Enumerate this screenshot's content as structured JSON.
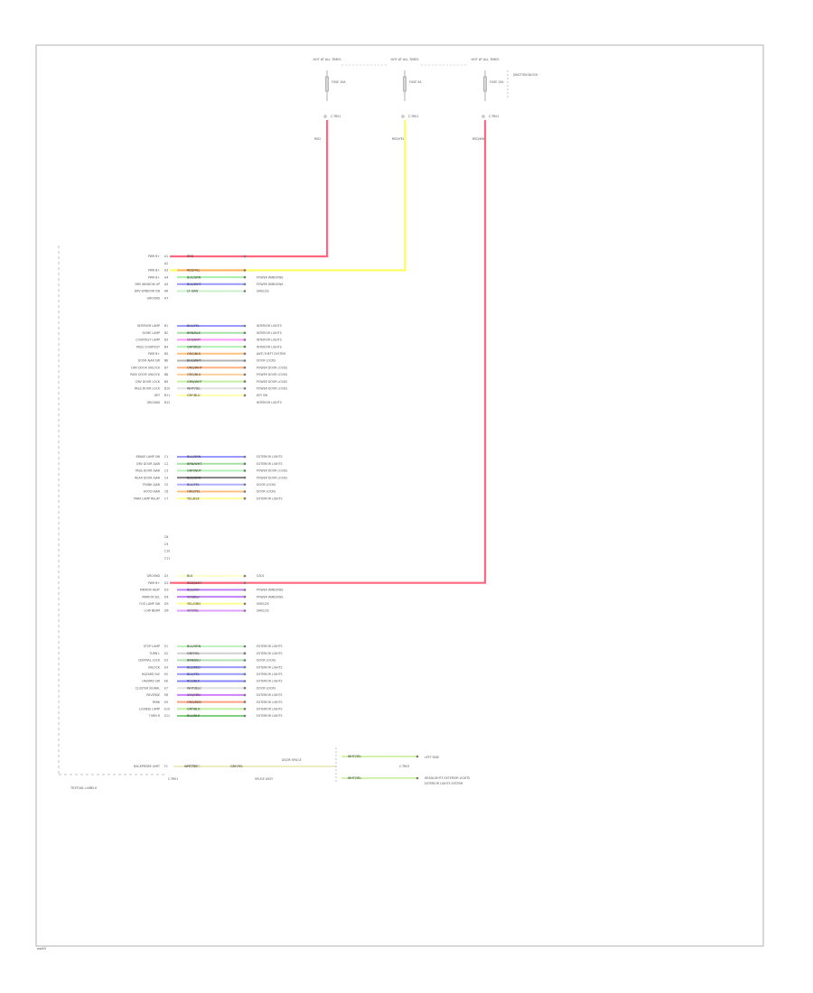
{
  "diagram": {
    "frame_id": "ww63",
    "module_label": "TEXTUAL LABELS",
    "supply": [
      {
        "header": "HOT AT ALL TIMES",
        "fuse": "FUSE 10A",
        "conn": "C-TR01",
        "wire": "RED",
        "color": "#ff6680"
      },
      {
        "header": "HOT AT ALL TIMES",
        "fuse": "FUSE 5A",
        "conn": "C-TR01",
        "wire": "RED/YEL",
        "color": "#ffff66"
      },
      {
        "header": "HOT AT ALL TIMES",
        "fuse": "FUSE 15A",
        "conn": "C-TR01",
        "wire": "RED/WHT",
        "color": "#ff6680"
      }
    ],
    "supply_note": "JUNCTION BLOCK",
    "groups": [
      {
        "rows": [
          {
            "pin": "A1",
            "label": "PWR B+",
            "code": "RED",
            "color": "#ff6680",
            "sys": ""
          },
          {
            "pin": "A2",
            "label": "",
            "code": "",
            "color": "",
            "sys": ""
          },
          {
            "pin": "A3",
            "label": "PWR B+",
            "code": "RED/YEL",
            "color": "#ffb066",
            "sys": ""
          },
          {
            "pin": "A4",
            "label": "PWR B+",
            "code": "BLK/GRN",
            "color": "#a6f0a6",
            "sys": "POWER WINDOWS"
          },
          {
            "pin": "A5",
            "label": "DRV WINDOW UP",
            "code": "BLU/WHT",
            "color": "#9999ff",
            "sys": "POWER WINDOWS"
          },
          {
            "pin": "A6",
            "label": "DRV WINDOW DN",
            "code": "LT GRN",
            "color": "#c9f0c9",
            "sys": "SHIELDS"
          },
          {
            "pin": "A7",
            "label": "GROUND",
            "code": "",
            "color": "",
            "sys": ""
          }
        ]
      },
      {
        "rows": [
          {
            "pin": "B1",
            "label": "INTERIOR LAMP",
            "code": "BLU/YEL",
            "color": "#9999ff",
            "sys": "INTERIOR LIGHTS"
          },
          {
            "pin": "B2",
            "label": "DOME LAMP",
            "code": "BRN/BLK",
            "color": "#a6e0a6",
            "sys": "INTERIOR LIGHTS"
          },
          {
            "pin": "B3",
            "label": "COURTESY LAMP",
            "code": "VIO/WHT",
            "color": "#ff99ff",
            "sys": "INTERIOR LIGHTS"
          },
          {
            "pin": "B4",
            "label": "PASS COURTESY",
            "code": "GRY/RED",
            "color": "#b3f0b3",
            "sys": "INTERIOR LIGHTS"
          },
          {
            "pin": "B5",
            "label": "PWR B+",
            "code": "ORG/BLK",
            "color": "#ffc080",
            "sys": "ANTI-THEFT SYSTEM"
          },
          {
            "pin": "B6",
            "label": "DOOR AJAR SW",
            "code": "BLK/WHT",
            "color": "#b3b3b3",
            "sys": "DOOR LOCKS"
          },
          {
            "pin": "B7",
            "label": "DRV DOOR UNLOCK",
            "code": "ORG/WHT",
            "color": "#ffb080",
            "sys": "POWER DOOR LOCKS"
          },
          {
            "pin": "B8",
            "label": "PASS DOOR UNLOCK",
            "code": "ORG/BLU",
            "color": "#ffd0a0",
            "sys": "POWER DOOR LOCKS"
          },
          {
            "pin": "B9",
            "label": "DRV DOOR LOCK",
            "code": "GRN/WHT",
            "color": "#c0f0a0",
            "sys": "POWER DOOR LOCKS"
          },
          {
            "pin": "B10",
            "label": "PASS DOOR LOCK",
            "code": "WHT/YEL",
            "color": "#e0e0e0",
            "sys": "POWER DOOR LOCKS"
          },
          {
            "pin": "B11",
            "label": "KEY",
            "code": "GRY/BLU",
            "color": "#ffffb0",
            "sys": "KEY SW"
          },
          {
            "pin": "B12",
            "label": "GROUND",
            "code": "",
            "color": "",
            "sys": "INTERIOR LIGHTS"
          }
        ]
      },
      {
        "rows": [
          {
            "pin": "C1",
            "label": "BRAKE LAMP SW",
            "code": "BLU/GRN",
            "color": "#9999ff",
            "sys": "EXTERIOR LIGHTS"
          },
          {
            "pin": "C2",
            "label": "DRV DOOR AJAR",
            "code": "BRN/WHT",
            "color": "#a6e0a6",
            "sys": "EXTERIOR LIGHTS"
          },
          {
            "pin": "C3",
            "label": "PASS DOOR AJAR",
            "code": "GRY/WHT",
            "color": "#b3f0b3",
            "sys": "POWER DOOR LOCKS"
          },
          {
            "pin": "C4",
            "label": "REAR DOOR AJAR",
            "code": "BLK/GRN",
            "color": "#808080",
            "sys": "POWER DOOR LOCKS"
          },
          {
            "pin": "C5",
            "label": "TRUNK AJAR",
            "code": "BLU/YEL",
            "color": "#b0b0ff",
            "sys": "DOOR LOCKS"
          },
          {
            "pin": "C6",
            "label": "HOOD AJAR",
            "code": "ORG/YEL",
            "color": "#ffc080",
            "sys": "DOOR LOCKS"
          },
          {
            "pin": "C7",
            "label": "PARK LAMP RELAY",
            "code": "YEL/BLK",
            "color": "#ffff99",
            "sys": "EXTERIOR LIGHTS"
          }
        ]
      },
      {
        "rows": [
          {
            "pin": "C8",
            "label": "",
            "code": "",
            "color": "",
            "sys": ""
          },
          {
            "pin": "C9",
            "label": "",
            "code": "",
            "color": "",
            "sys": ""
          },
          {
            "pin": "C10",
            "label": "",
            "code": "",
            "color": "",
            "sys": ""
          },
          {
            "pin": "C11",
            "label": "",
            "code": "",
            "color": "",
            "sys": ""
          }
        ]
      },
      {
        "rows": [
          {
            "pin": "D1",
            "label": "GROUND",
            "code": "BLK",
            "color": "#ffffcc",
            "sys": "G301"
          },
          {
            "pin": "D2",
            "label": "PWR B+",
            "code": "RED/WHT",
            "color": "#ff6680",
            "sys": ""
          },
          {
            "pin": "D3",
            "label": "MIRROR HEAT",
            "code": "BLU/VIO",
            "color": "#c080ff",
            "sys": "POWER WINDOWS"
          },
          {
            "pin": "D4",
            "label": "MIRROR SEL",
            "code": "VIO/BLU",
            "color": "#c080ff",
            "sys": "POWER WINDOWS"
          },
          {
            "pin": "D5",
            "label": "FOG LAMP SW",
            "code": "YEL/GRN",
            "color": "#ffff99",
            "sys": "SHIELDS"
          },
          {
            "pin": "D6",
            "label": "LOW BEAM",
            "code": "VIO/YEL",
            "color": "#e0a0ff",
            "sys": "SHIELDS"
          }
        ]
      },
      {
        "rows": [
          {
            "pin": "E1",
            "label": "STOP LAMP",
            "code": "BLU/GRN",
            "color": "#c0f0c0",
            "sys": "EXTERIOR LIGHTS"
          },
          {
            "pin": "E2",
            "label": "TURN L",
            "code": "GRY/YEL",
            "color": "#d0d0d0",
            "sys": "EXTERIOR LIGHTS"
          },
          {
            "pin": "E3",
            "label": "CENTRAL LOCK",
            "code": "BRN/BLU",
            "color": "#b0e0b0",
            "sys": "DOOR LOCKS"
          },
          {
            "pin": "E4",
            "label": "UNLOCK",
            "code": "BLU/RED",
            "color": "#9999ff",
            "sys": "EXTERIOR LIGHTS"
          },
          {
            "pin": "E5",
            "label": "HAZARD RLY",
            "code": "BLU/YEL",
            "color": "#9999ff",
            "sys": "EXTERIOR LIGHTS"
          },
          {
            "pin": "E6",
            "label": "HAZARD SW",
            "code": "BLU/BLK",
            "color": "#8888ff",
            "sys": "EXTERIOR LIGHTS"
          },
          {
            "pin": "E7",
            "label": "CLUSTER SIGNAL",
            "code": "WHT/BLU",
            "color": "#e0e0e0",
            "sys": "DOOR LOCKS"
          },
          {
            "pin": "E8",
            "label": "REVERSE",
            "code": "VIO/GRN",
            "color": "#d080ff",
            "sys": "EXTERIOR LIGHTS"
          },
          {
            "pin": "E9",
            "label": "PARK",
            "code": "ORG/RED",
            "color": "#ffa080",
            "sys": "EXTERIOR LIGHTS"
          },
          {
            "pin": "E10",
            "label": "LICENSE LAMP",
            "code": "GRY/BLK",
            "color": "#c0f0a0",
            "sys": "EXTERIOR LIGHTS"
          },
          {
            "pin": "E11",
            "label": "TURN R",
            "code": "BLU/BLK",
            "color": "#80d080",
            "sys": "EXTERIOR LIGHTS"
          }
        ]
      },
      {
        "rows": [
          {
            "pin": "F1",
            "label": "BACKPROBE LIMIT",
            "code": "WHT/YEL",
            "color": "",
            "sys": ""
          }
        ]
      }
    ],
    "bottom": {
      "f1_wire_a": "WHT/YEL",
      "f1_wire_b": "GRY/YEL",
      "conn_a": "C-TR01",
      "splice1": "DOOR SPLICE",
      "splice2": "SPLICE ASSY",
      "wire_out1": "WHT/YEL",
      "wire_out2": "WHT/YEL",
      "dest1_conn": "C-TR03",
      "dest1": "LEFT SIDE",
      "dest2": "HEADLIGHTS EXTERIOR LIGHTS",
      "dest2_sub": "EXTERIOR LIGHTS SYSTEM"
    }
  }
}
